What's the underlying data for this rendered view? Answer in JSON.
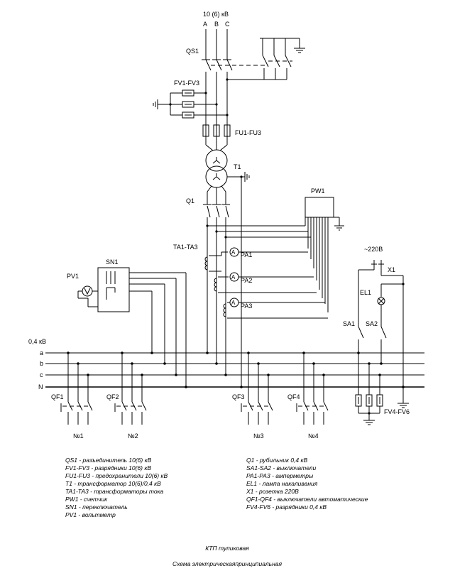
{
  "labels": {
    "hv_voltage": "10 (6) кВ",
    "phase_a": "A",
    "phase_b": "B",
    "phase_c": "C",
    "qs1": "QS1",
    "fv1_fv3": "FV1-FV3",
    "fu1_fu3": "FU1-FU3",
    "t1": "T1",
    "q1": "Q1",
    "pw1": "PW1",
    "ta1_ta3": "TA1-TA3",
    "pa1": "PA1",
    "pa2": "PA2",
    "pa3": "PA3",
    "sn1": "SN1",
    "pv1": "PV1",
    "socket_voltage": "~220В",
    "x1": "X1",
    "el1": "EL1",
    "sa1": "SA1",
    "sa2": "SA2",
    "lv_voltage": "0,4 кВ",
    "bus_a": "a",
    "bus_b": "b",
    "bus_c": "c",
    "bus_n": "N",
    "qf1": "QF1",
    "qf2": "QF2",
    "qf3": "QF3",
    "qf4": "QF4",
    "fv4_fv6": "FV4-FV6",
    "feeder1": "№1",
    "feeder2": "№2",
    "feeder3": "№3",
    "feeder4": "№4"
  },
  "legend_left": [
    "QS1 - разъединитель 10(6) кВ",
    "FV1-FV3 - разрядники 10(6) кВ",
    "FU1-FU3 - предохранители 10(6) кВ",
    "T1 - трансформатор 10(6)/0,4 кВ",
    "TA1-TA3 - трансформаторы тока",
    "PW1 - счетчик",
    "SN1 - переключатель",
    "PV1 - вольтметр"
  ],
  "legend_right": [
    "Q1 - рубильник 0,4 кВ",
    "SA1-SA2 - выключатели",
    "PA1-PA3 - амперметры",
    "EL1 - лампа накаливания",
    "X1 - розетка 220В",
    "QF1-QF4 - выключатели автоматические",
    "FV4-FV6 - разрядники 0,4 кВ"
  ],
  "title": "КТП тупиковая",
  "subtitle": "Схема электрическаяпринципиальная"
}
